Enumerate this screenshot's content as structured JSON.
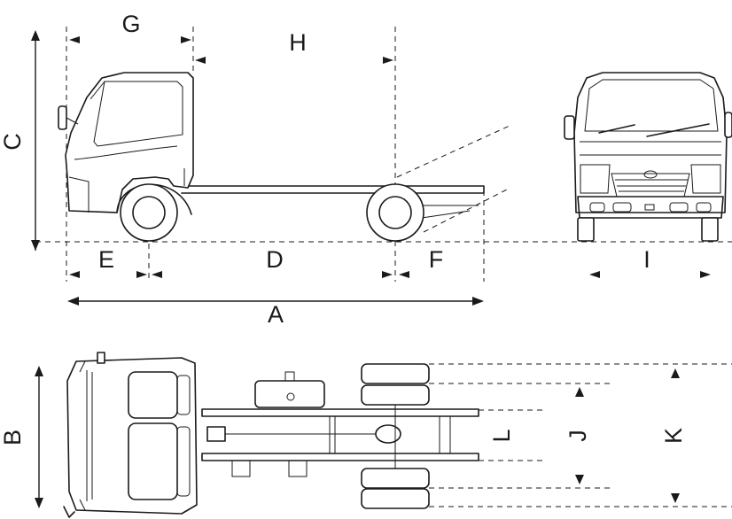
{
  "labels": {
    "A": "A",
    "B": "B",
    "C": "C",
    "D": "D",
    "E": "E",
    "F": "F",
    "G": "G",
    "H": "H",
    "I": "I",
    "J": "J",
    "K": "K",
    "L": "L"
  },
  "views": {
    "side": "side-view",
    "front": "front-view",
    "top": "top-view"
  }
}
